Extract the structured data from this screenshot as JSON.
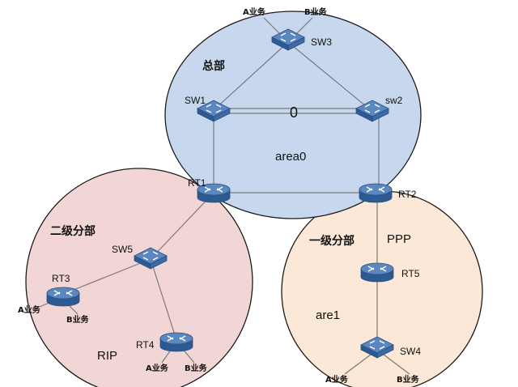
{
  "zones": {
    "hq": {
      "title": "总部",
      "area_label": "area0",
      "color": "#c7d8ee",
      "stroke": "#1b1b1b"
    },
    "branch2": {
      "title": "二级分部",
      "protocol": "RIP",
      "color": "#f2d6d6",
      "stroke": "#1b1b1b"
    },
    "branch1": {
      "title": "一级分部",
      "protocol": "PPP",
      "area_label": "are1",
      "color": "#fbe8d6",
      "stroke": "#1b1b1b"
    }
  },
  "devices": {
    "sw3": {
      "label": "SW3",
      "kind": "switch"
    },
    "sw1": {
      "label": "SW1",
      "kind": "switch"
    },
    "sw2": {
      "label": "sw2",
      "kind": "switch"
    },
    "rt1": {
      "label": "RT1",
      "kind": "router"
    },
    "rt2": {
      "label": "RT2",
      "kind": "router"
    },
    "sw5": {
      "label": "SW5",
      "kind": "switch"
    },
    "rt3": {
      "label": "RT3",
      "kind": "router"
    },
    "rt4": {
      "label": "RT4",
      "kind": "router"
    },
    "rt5": {
      "label": "RT5",
      "kind": "router"
    },
    "sw4": {
      "label": "SW4",
      "kind": "switch"
    }
  },
  "link_label_sw1_sw2": "0",
  "services": {
    "a": "A业务",
    "b": "B业务"
  },
  "colors": {
    "device_top": "#5b87c0",
    "device_side": "#2c5a93",
    "device_front": "#3b6aa6",
    "line": "#7a7a7a"
  }
}
